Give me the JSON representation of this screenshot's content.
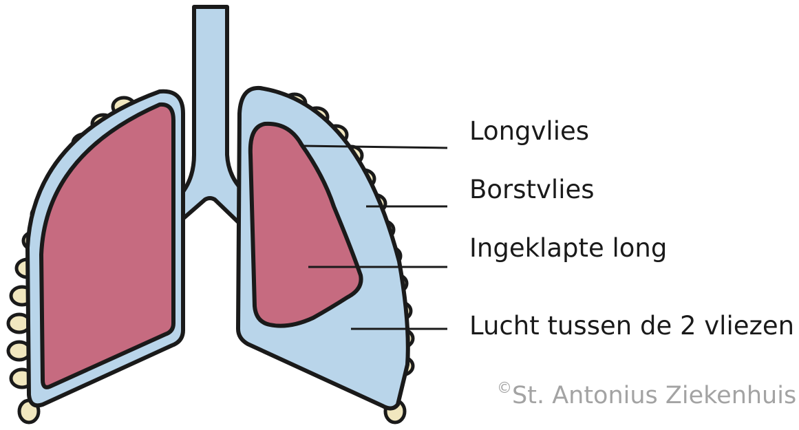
{
  "labels": {
    "pleura_visceral": "Longvlies",
    "pleura_parietal": "Borstvlies",
    "collapsed_lung": "Ingeklapte long",
    "air_between": "Lucht tussen de 2 vliezen"
  },
  "credit": {
    "symbol": "©",
    "text": "St. Antonius Ziekenhuis"
  },
  "colors": {
    "airway_blue": "#b9d5ea",
    "lung_pink": "#c66b80",
    "rib_cream": "#f1e7bf",
    "outline": "#1a1a1a",
    "credit_gray": "#a3a3a3"
  }
}
